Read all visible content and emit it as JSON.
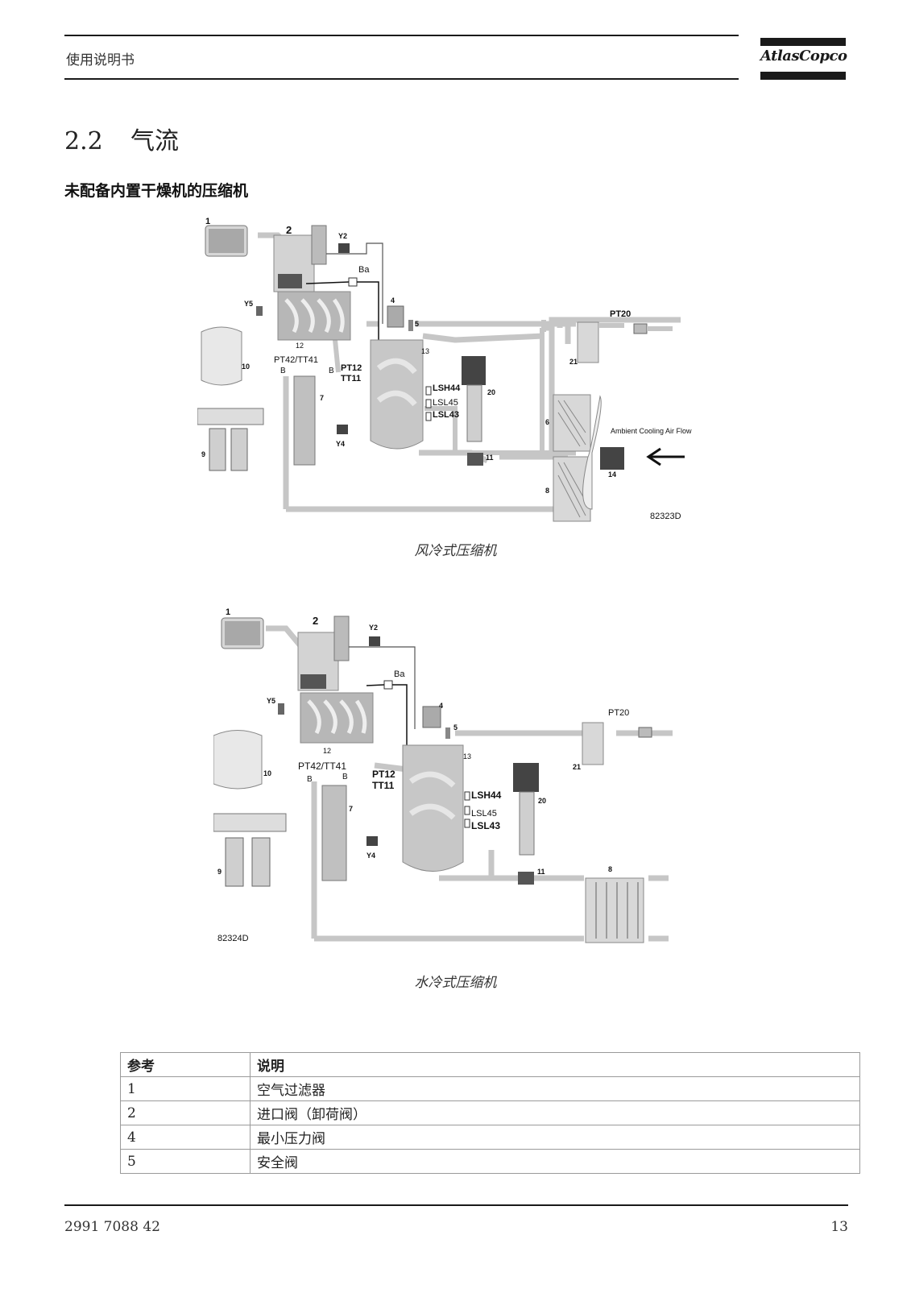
{
  "header": {
    "doc_title": "使用说明书",
    "brand": "AtlasCopco"
  },
  "section": {
    "number": "2.2",
    "title": "气流"
  },
  "subtitle": "未配备内置干燥机的压缩机",
  "figure1": {
    "code": "82323D",
    "caption": "风冷式压缩机",
    "labels": {
      "n1": "1",
      "n2": "2",
      "y2": "Y2",
      "ba": "Ba",
      "y5": "Y5",
      "n4": "4",
      "n5": "5",
      "n12": "12",
      "n13": "13",
      "pt42": "PT42/TT41",
      "b_left": "B",
      "b_right": "B",
      "pt12": "PT12",
      "tt11": "TT11",
      "n7": "7",
      "n10": "10",
      "n9": "9",
      "y4": "Y4",
      "lsh44": "LSH44",
      "lsl45": "LSL45",
      "lsl43": "LSL43",
      "n20": "20",
      "n11": "11",
      "n6": "6",
      "n8": "8",
      "n14": "14",
      "n21": "21",
      "pt20": "PT20",
      "ambient": "Ambient Cooling Air Flow"
    }
  },
  "figure2": {
    "code": "82324D",
    "caption": "水冷式压缩机",
    "labels": {
      "n1": "1",
      "n2": "2",
      "y2": "Y2",
      "ba": "Ba",
      "y5": "Y5",
      "n4": "4",
      "n5": "5",
      "n12": "12",
      "n13": "13",
      "pt42": "PT42/TT41",
      "b_left": "B",
      "b_right": "B",
      "pt12": "PT12",
      "tt11": "TT11",
      "n7": "7",
      "n10": "10",
      "n9": "9",
      "y4": "Y4",
      "lsh44": "LSH44",
      "lsl45": "LSL45",
      "lsl43": "LSL43",
      "n20": "20",
      "n11": "11",
      "n8": "8",
      "n21": "21",
      "pt20": "PT20"
    }
  },
  "legend_table": {
    "headers": [
      "参考",
      "说明"
    ],
    "rows": [
      [
        "1",
        "空气过滤器"
      ],
      [
        "2",
        "进口阀（卸荷阀）"
      ],
      [
        "4",
        "最小压力阀"
      ],
      [
        "5",
        "安全阀"
      ]
    ]
  },
  "footer": {
    "doc_number": "2991 7088 42",
    "page": "13"
  }
}
